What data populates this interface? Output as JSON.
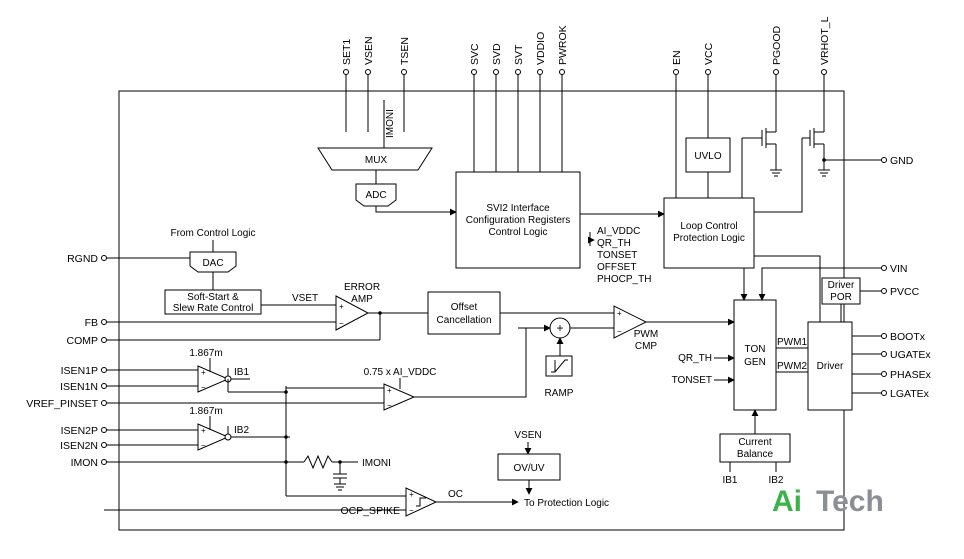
{
  "top_pins": {
    "set1": "SET1",
    "vsen": "VSEN",
    "tsen": "TSEN",
    "svc": "SVC",
    "svd": "SVD",
    "svt": "SVT",
    "vddio": "VDDIO",
    "pwrok": "PWROK",
    "en": "EN",
    "vcc": "VCC",
    "pgood": "PGOOD",
    "vrhot": "VRHOT_L"
  },
  "left_pins": {
    "rgnd": "RGND",
    "fb": "FB",
    "comp": "COMP",
    "isen1p": "ISEN1P",
    "isen1n": "ISEN1N",
    "vref_pinset": "VREF_PINSET",
    "isen2p": "ISEN2P",
    "isen2n": "ISEN2N",
    "imon": "IMON",
    "ocp_spike": "OCP_SPIKE"
  },
  "right_pins": {
    "gnd": "GND",
    "vin": "VIN",
    "pvcc": "PVCC",
    "bootx": "BOOTx",
    "ugatex": "UGATEx",
    "phasex": "PHASEx",
    "lgatex": "LGATEx"
  },
  "blocks": {
    "mux": "MUX",
    "adc": "ADC",
    "imoni_mux": "IMONI",
    "svi2": [
      "SVI2 Interface",
      "Configuration Registers",
      "Control Logic"
    ],
    "uvlo": "UVLO",
    "loop_control": [
      "Loop Control",
      "Protection Logic"
    ],
    "dac": "DAC",
    "from_control_logic": "From Control Logic",
    "soft_start": [
      "Soft-Start &",
      "Slew Rate Control"
    ],
    "vset": "VSET",
    "error_amp": [
      "ERROR",
      "AMP"
    ],
    "offset_cancel": [
      "Offset",
      "Cancellation"
    ],
    "pwm_cmp": [
      "PWM",
      "CMP"
    ],
    "ramp": "RAMP",
    "ton_gen": [
      "TON",
      "GEN"
    ],
    "qr_th_in": "QR_TH",
    "tonset_in": "TONSET",
    "pwm1": "PWM1",
    "pwm2": "PWM2",
    "driver": "Driver",
    "driver_por": [
      "Driver",
      "POR"
    ],
    "current_balance": [
      "Current",
      "Balance"
    ],
    "ib1_bottom": "IB1",
    "ib2_bottom": "IB2",
    "gain1": "1.867m",
    "ib1": "IB1",
    "gain2": "1.867m",
    "ib2": "IB2",
    "ai_vddc_gain": "0.75 x AI_VDDC",
    "imoni_filter": "IMONI",
    "vsen_ov": "VSEN",
    "ov_uv": "OV/UV",
    "oc": "OC",
    "to_protection": "To Protection Logic",
    "svi2_outputs": [
      "AI_VDDC",
      "QR_TH",
      "TONSET",
      "OFFSET",
      "PHOCP_TH"
    ]
  },
  "watermark": {
    "part1": "Ai",
    "part2": "Tech",
    "color1": "#3cb34a",
    "color2": "#8b8f94"
  }
}
